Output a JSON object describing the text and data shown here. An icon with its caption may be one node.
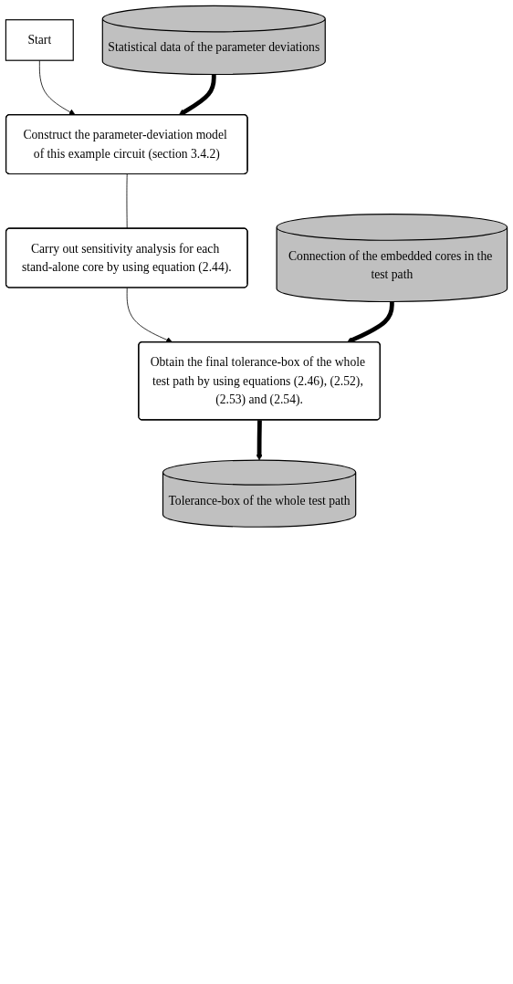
{
  "diagram": {
    "nodes": [
      {
        "text": [
          "Start"
        ]
      },
      {
        "text": [
          "Statistical data of the parameter deviations"
        ]
      },
      {
        "text": [
          "Construct the parameter-deviation model of this example circuit (section 3.4.2)"
        ]
      },
      {
        "text": [
          "Carry out sensitivity analysis for each stand-alone core by using equation (2.44)."
        ]
      },
      {
        "text": [
          "Connection of the embedded cores in the test path"
        ]
      },
      {
        "text": [
          "Obtain the final tolerance-box of the whole test path by using equations (2.46), (2.52), (2.53) and (2.54)."
        ]
      },
      {
        "text": [
          "Tolerance-box of the whole test path"
        ]
      }
    ],
    "edges": [
      {
        "from": 0,
        "to": 2,
        "arrow": "to"
      },
      {
        "from": 1,
        "to": 2,
        "arrow": "to",
        "style": "thick"
      },
      {
        "from": 2,
        "to": 3,
        "arrow": "none"
      },
      {
        "from": 3,
        "to": 5,
        "arrow": "to"
      },
      {
        "from": 4,
        "to": 5,
        "arrow": "to",
        "style": "thick"
      },
      {
        "from": 5,
        "to": 6,
        "arrow": "to",
        "style": "thick"
      }
    ]
  }
}
